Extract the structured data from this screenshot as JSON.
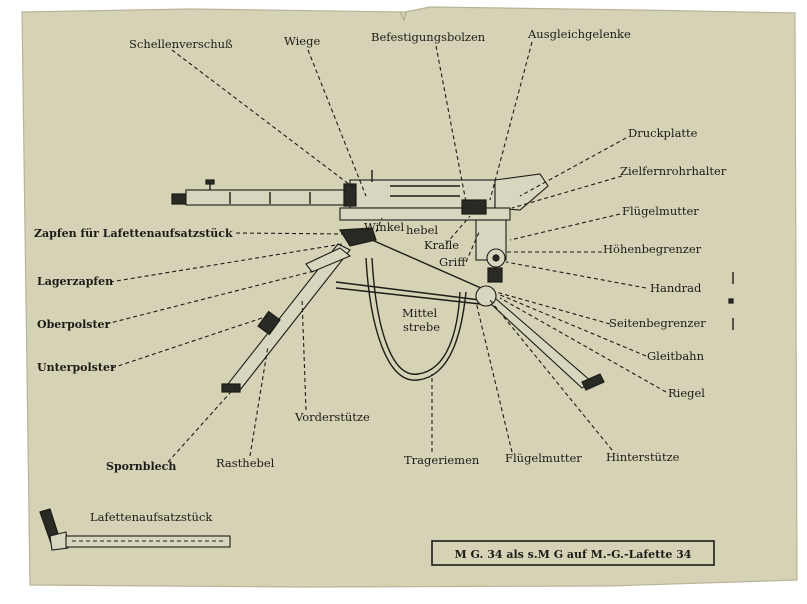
{
  "labels": {
    "schellenverschluss": "Schellenverschuß",
    "wiege": "Wiege",
    "befestigungsbolzen": "Befestigungsbolzen",
    "ausgleichgelenke": "Ausgleichgelenke",
    "druckplatte": "Druckplatte",
    "zielfernrohrhalter": "Zielfernrohrhalter",
    "fluegelmutter_top": "Flügelmutter",
    "hoehenbegrenzer": "Höhenbegrenzer",
    "handrad": "Handrad",
    "seitenbegrenzer": "Seitenbegrenzer",
    "gleitbahn": "Gleitbahn",
    "riegel": "Riegel",
    "hinterstuetze": "Hinterstütze",
    "fluegelmutter_bottom": "Flügelmutter",
    "trageriemen": "Trageriemen",
    "vorderstuetze": "Vorderstütze",
    "rasthebel": "Rasthebel",
    "spornblech": "Spornblech",
    "unterpolster": "Unterpolster",
    "oberpolster": "Oberpolster",
    "lagerzapfen": "Lagerzapfen",
    "zapfen": "Zapfen für Lafettenaufsatzstück",
    "winkelhebel_1": "Winkel",
    "winkelhebel_2": "hebel",
    "kralle": "Kralle",
    "griff": "Griff",
    "mittelstrebe_1": "Mittel",
    "mittelstrebe_2": "strebe",
    "lafettenaufsatzstueck": "Lafettenaufsatzstück"
  },
  "caption": "M G. 34 als s.M G auf M.-G.-Lafette 34",
  "colors": {
    "paper": "#d6d2b6",
    "ink": "#1c1c17",
    "background": "#ffffff"
  }
}
